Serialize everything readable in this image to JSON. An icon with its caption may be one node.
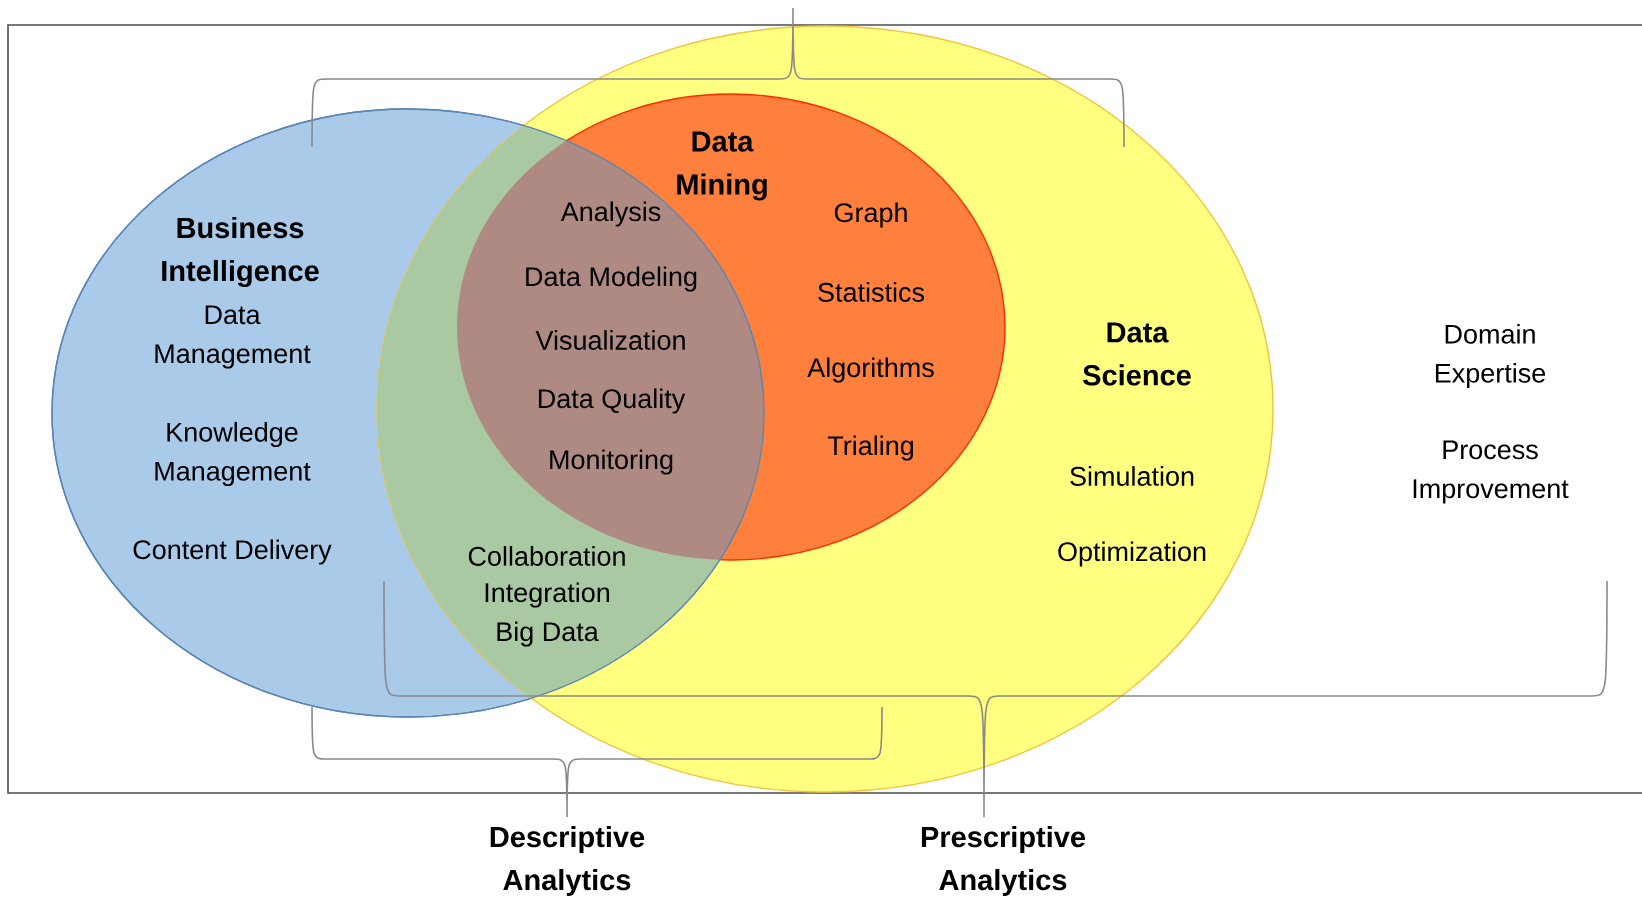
{
  "diagram": {
    "nodes": [
      {
        "text": [
          "Business Intelligence",
          "Data Management",
          "Knowledge Management",
          "Content Delivery"
        ]
      },
      {
        "text": [
          "Data Science",
          "Simulation",
          "Optimization"
        ]
      },
      {
        "text": [
          "Data Mining",
          "Graph",
          "Statistics",
          "Algorithms",
          "Trialing"
        ],
        "in": 1
      }
    ],
    "labels": [
      "Analysis",
      "Data Modeling",
      "Visualization",
      "Data Quality",
      "Monitoring",
      "Collaboration",
      "Integration",
      "Big Data",
      "Domain Expertise",
      "Process Improvement",
      "Descriptive Analytics",
      "Prescriptive Analytics"
    ]
  }
}
